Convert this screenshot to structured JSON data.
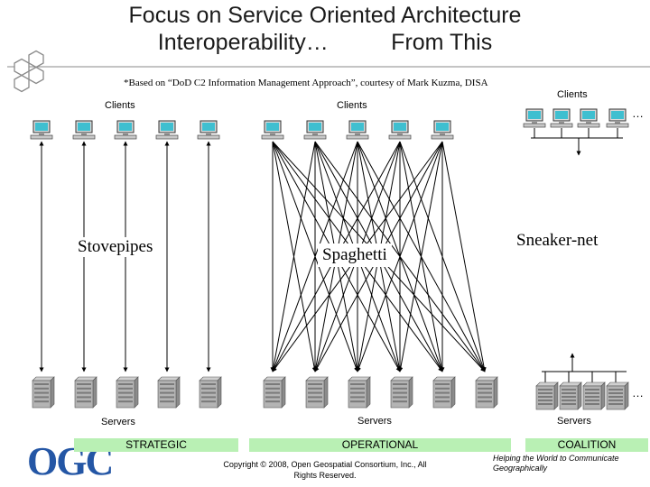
{
  "title_line1": "Focus on Service Oriented Architecture",
  "title_line2": "Interoperability…          From This",
  "note": "*Based on “DoD C2 Information Management Approach”, courtesy of Mark Kuzma, DISA",
  "labels": {
    "clients_left": "Clients",
    "clients_middle": "Clients",
    "clients_right": "Clients",
    "servers_left": "Servers",
    "servers_middle": "Servers",
    "servers_right": "Servers",
    "ellipsis_top": "…",
    "ellipsis_bottom": "…"
  },
  "panels": {
    "stovepipes": "Stovepipes",
    "spaghetti": "Spaghetti",
    "sneakernet": "Sneaker-net"
  },
  "bands": {
    "strategic": "STRATEGIC",
    "operational": "OPERATIONAL",
    "coalition": "COALITION"
  },
  "footer": {
    "copyright": "Copyright © 2008, Open Geospatial Consortium, Inc., All Rights Reserved.",
    "tagline": "Helping the World to Communicate Geographically",
    "logo": "OGC"
  },
  "colors": {
    "band": "#b9f0b4",
    "logo": "#2456a5",
    "hex_stroke": "#8a8a8a"
  }
}
